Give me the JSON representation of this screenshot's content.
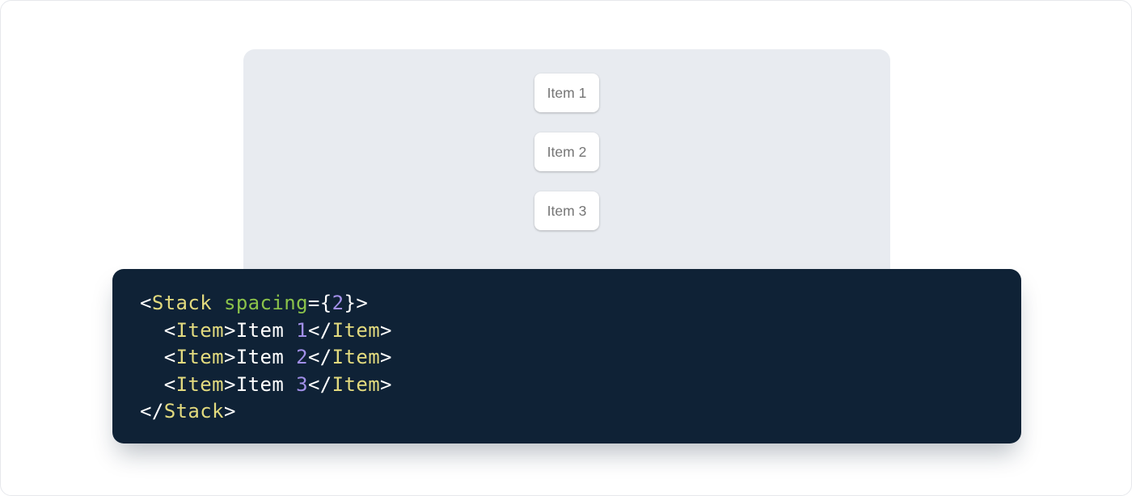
{
  "page": {
    "background": "#FFFFFF",
    "border_color": "#E6E8EC"
  },
  "demo": {
    "panel_bg": "#E8EBF0",
    "item_text_color": "#757575",
    "items": [
      "Item 1",
      "Item 2",
      "Item 3"
    ]
  },
  "code": {
    "background": "#0F2236",
    "source": "<Stack spacing={2}>\n  <Item>Item 1</Item>\n  <Item>Item 2</Item>\n  <Item>Item 3</Item>\n</Stack>",
    "token_colors": {
      "tag": "#E2DA7E",
      "attr": "#8BC34A",
      "number": "#A18FE8",
      "punct": "#FFFFFF",
      "plain": "#FFFFFF"
    },
    "lines": [
      {
        "tokens": [
          [
            "<",
            "punct"
          ],
          [
            "Stack",
            "tag"
          ],
          [
            " ",
            "plain"
          ],
          [
            "spacing",
            "attr"
          ],
          [
            "=",
            "punct"
          ],
          [
            "{",
            "punct"
          ],
          [
            "2",
            "number"
          ],
          [
            "}",
            "punct"
          ],
          [
            ">",
            "punct"
          ]
        ]
      },
      {
        "tokens": [
          [
            "  ",
            "plain"
          ],
          [
            "<",
            "punct"
          ],
          [
            "Item",
            "tag"
          ],
          [
            ">",
            "punct"
          ],
          [
            "Item ",
            "plain"
          ],
          [
            "1",
            "number"
          ],
          [
            "</",
            "punct"
          ],
          [
            "Item",
            "tag"
          ],
          [
            ">",
            "punct"
          ]
        ]
      },
      {
        "tokens": [
          [
            "  ",
            "plain"
          ],
          [
            "<",
            "punct"
          ],
          [
            "Item",
            "tag"
          ],
          [
            ">",
            "punct"
          ],
          [
            "Item ",
            "plain"
          ],
          [
            "2",
            "number"
          ],
          [
            "</",
            "punct"
          ],
          [
            "Item",
            "tag"
          ],
          [
            ">",
            "punct"
          ]
        ]
      },
      {
        "tokens": [
          [
            "  ",
            "plain"
          ],
          [
            "<",
            "punct"
          ],
          [
            "Item",
            "tag"
          ],
          [
            ">",
            "punct"
          ],
          [
            "Item ",
            "plain"
          ],
          [
            "3",
            "number"
          ],
          [
            "</",
            "punct"
          ],
          [
            "Item",
            "tag"
          ],
          [
            ">",
            "punct"
          ]
        ]
      },
      {
        "tokens": [
          [
            "</",
            "punct"
          ],
          [
            "Stack",
            "tag"
          ],
          [
            ">",
            "punct"
          ]
        ]
      }
    ]
  }
}
